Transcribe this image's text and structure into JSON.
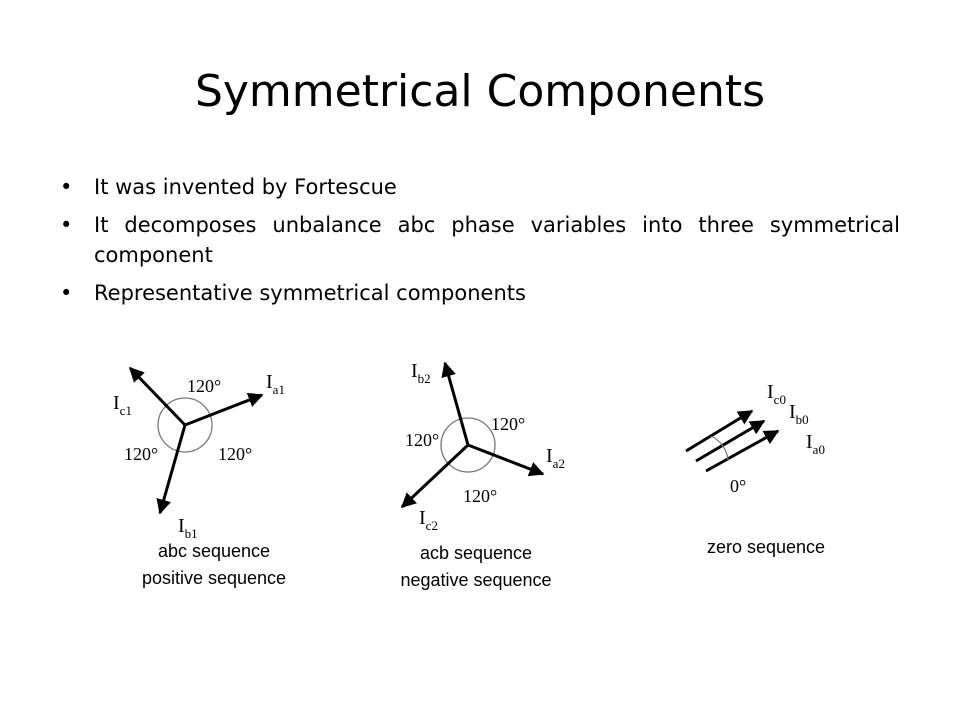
{
  "slide": {
    "title": "Symmetrical Components",
    "bullet_symbol": "•",
    "bullets": [
      "It was invented by Fortescue",
      "It decomposes unbalance abc phase variables into three symmetrical component",
      "Representative symmetrical components"
    ]
  },
  "diagrams": {
    "positive": {
      "ia_main": "I",
      "ia_sub": "a1",
      "ib_main": "I",
      "ib_sub": "b1",
      "ic_main": "I",
      "ic_sub": "c1",
      "angle_top": "120°",
      "angle_left": "120°",
      "angle_right": "120°",
      "caption_line1": "abc sequence",
      "caption_line2": "positive sequence"
    },
    "negative": {
      "ia_main": "I",
      "ia_sub": "a2",
      "ib_main": "I",
      "ib_sub": "b2",
      "ic_main": "I",
      "ic_sub": "c2",
      "angle_right": "120°",
      "angle_left": "120°",
      "angle_bottom": "120°",
      "caption_line1": "acb sequence",
      "caption_line2": "negative sequence"
    },
    "zero": {
      "ic_main": "I",
      "ic_sub": "c0",
      "ib_main": "I",
      "ib_sub": "b0",
      "ia_main": "I",
      "ia_sub": "a0",
      "angle": "0°",
      "caption": "zero sequence"
    }
  }
}
